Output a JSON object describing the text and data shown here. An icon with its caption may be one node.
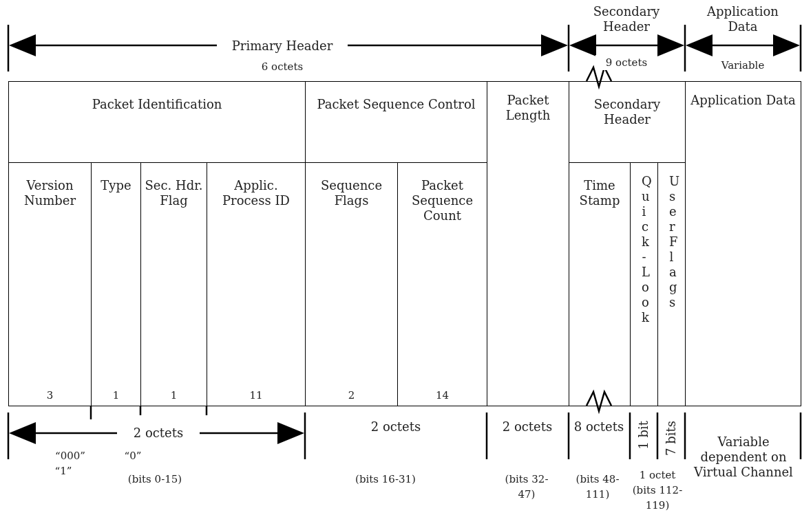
{
  "diagram": {
    "nodes": [
      {
        "text": [
          "Packet Identification"
        ]
      },
      {
        "text": [
          "Packet Sequence Control"
        ]
      },
      {
        "text": [
          "Packet Length"
        ]
      },
      {
        "text": [
          "Secondary Header"
        ]
      },
      {
        "text": [
          "Application Data"
        ]
      },
      {
        "text": [
          "Version Number",
          "3"
        ]
      },
      {
        "text": [
          "Type",
          "1"
        ]
      },
      {
        "text": [
          "Sec. Hdr. Flag",
          "1"
        ]
      },
      {
        "text": [
          "Applic. Process ID",
          "11"
        ]
      },
      {
        "text": [
          "Sequence Flags",
          "2"
        ]
      },
      {
        "text": [
          "Packet Sequence Count",
          "14"
        ]
      },
      {
        "text": [
          "Time Stamp"
        ]
      },
      {
        "text": [
          "Quick-Look"
        ]
      },
      {
        "text": [
          "User Flags"
        ]
      }
    ],
    "edges": [],
    "labels": [
      "Secondary Header",
      "Application Data",
      "Primary Header",
      "6 octets",
      "9 octets",
      "Variable",
      "2 octets",
      "2 octets",
      "2 octets",
      "8 octets",
      "1 bit",
      "7 bits",
      "Variable dependent on Virtual Channel",
      "“000”",
      "“0”",
      "“1”",
      "(bits 0-15)",
      "(bits 16-31)",
      "(bits 32-47)",
      "(bits 48-111)",
      "1 octet (bits 112-119)"
    ]
  }
}
